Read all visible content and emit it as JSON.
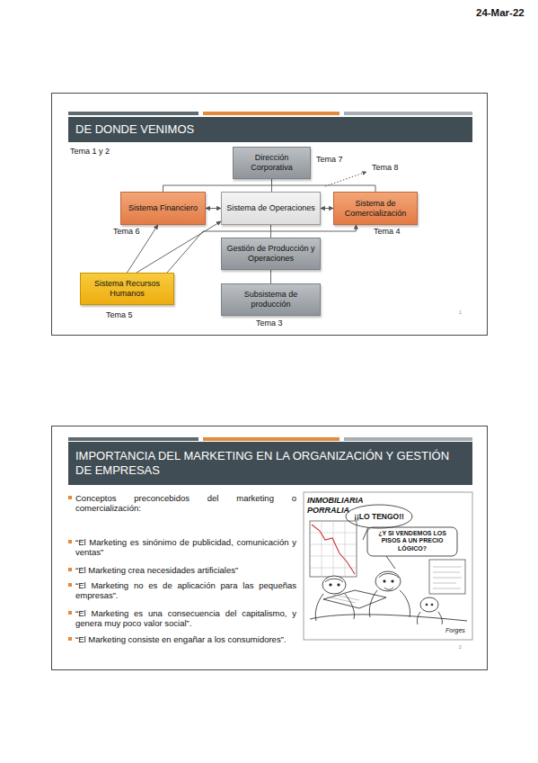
{
  "diagram": {
    "nodes": [
      {
        "text": [
          "DE DONDE VENIMOS"
        ]
      },
      {
        "text": [
          "Dirección Corporativa"
        ],
        "in": 0
      },
      {
        "text": [
          "Sistema Financiero"
        ],
        "in": 0
      },
      {
        "text": [
          "Sistema de Operaciones"
        ],
        "in": 0
      },
      {
        "text": [
          "Sistema de Comercialización"
        ],
        "in": 0
      },
      {
        "text": [
          "Gestión de Producción y Operaciones"
        ],
        "in": 0
      },
      {
        "text": [
          "Sistema Recursos Humanos"
        ],
        "in": 0
      },
      {
        "text": [
          "Subsistema de producción"
        ],
        "in": 0
      },
      {
        "text": [
          "IMPORTANCIA DEL MARKETING EN LA ORGANIZACIÓN Y GESTIÓN DE EMPRESAS"
        ]
      }
    ],
    "edges": [
      {
        "from": 1,
        "to": 2,
        "arrow": "none"
      },
      {
        "from": 1,
        "to": 3,
        "arrow": "none"
      },
      {
        "from": 1,
        "to": 4,
        "arrow": "none"
      },
      {
        "from": 2,
        "to": 3,
        "arrow": "both"
      },
      {
        "from": 3,
        "to": 4,
        "arrow": "both"
      },
      {
        "from": 3,
        "to": 5,
        "arrow": "none"
      },
      {
        "from": 5,
        "to": 7,
        "arrow": "none"
      },
      {
        "from": 6,
        "to": 2,
        "arrow": "to"
      },
      {
        "from": 6,
        "to": 3,
        "arrow": "to"
      },
      {
        "from": 6,
        "to": 4,
        "arrow": "to"
      }
    ],
    "labels": [
      "24-Mar-22",
      "Tema 1 y 2",
      "Tema 7",
      "Tema 8",
      "Tema 6",
      "Tema 4",
      "Tema 5",
      "Tema 3",
      "1",
      "Conceptos preconcebidos del marketing o comercialización:",
      "“El Marketing es sinónimo de publicidad, comunicación y ventas”",
      "“El Marketing crea necesidades artificiales”",
      "“El Marketing no es de aplicación para las pequeñas empresas”.",
      "“El Marketing es una consecuencia del capitalismo, y genera muy poco valor social”.",
      "“El Marketing consiste en engañar a los consumidores”.",
      "INMOBILIARIA PORRALIA",
      "¡¡LO TENGO!!",
      "¿Y SI VENDEMOS LOS PISOS A UN PRECIO LÓGICO?",
      "Forges",
      "2"
    ]
  }
}
